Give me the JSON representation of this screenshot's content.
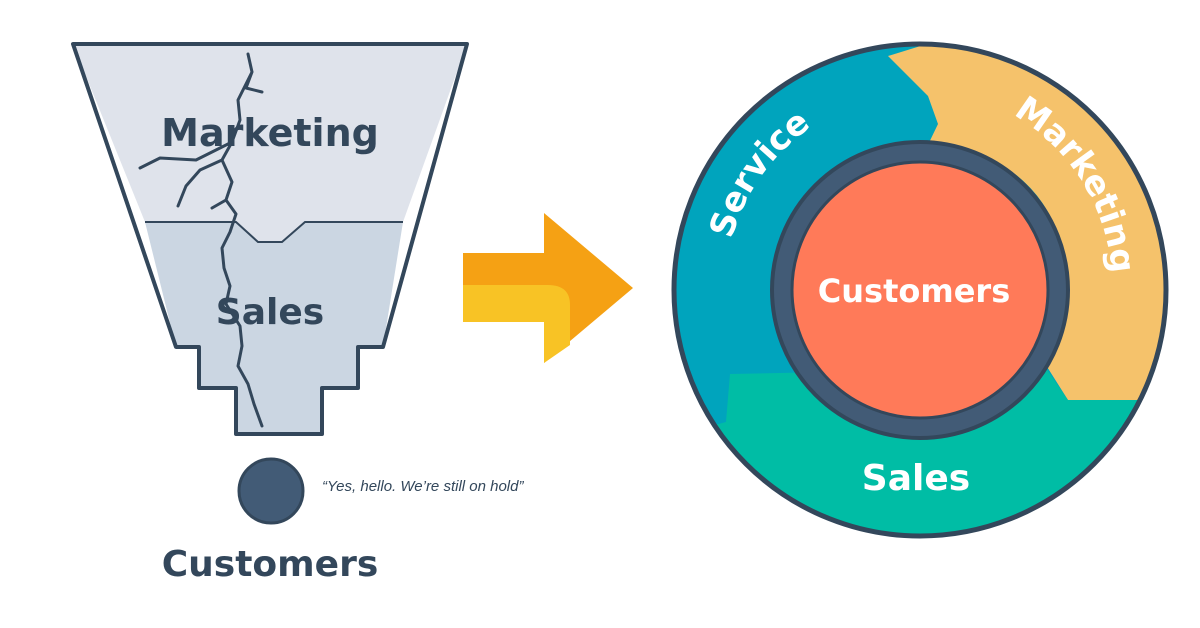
{
  "funnel": {
    "top_label": "Marketing",
    "bottom_label": "Sales",
    "quote": "“Yes, hello. We’re still on hold”",
    "customer_caption": "Customers"
  },
  "arrow": {
    "direction": "right"
  },
  "flywheel": {
    "center_label": "Customers",
    "segments": {
      "service": "Service",
      "marketing": "Marketing",
      "sales": "Sales"
    }
  },
  "colors": {
    "outline": "#33475b",
    "funnel_top": "#dfe3eb",
    "funnel_bottom": "#cbd6e2",
    "arrow_dark": "#f5a114",
    "arrow_light": "#f8c325",
    "service": "#00a4bd",
    "marketing": "#f5c26b",
    "sales": "#00bda5",
    "center": "#ff7a59",
    "customer_dot": "#425b76"
  }
}
